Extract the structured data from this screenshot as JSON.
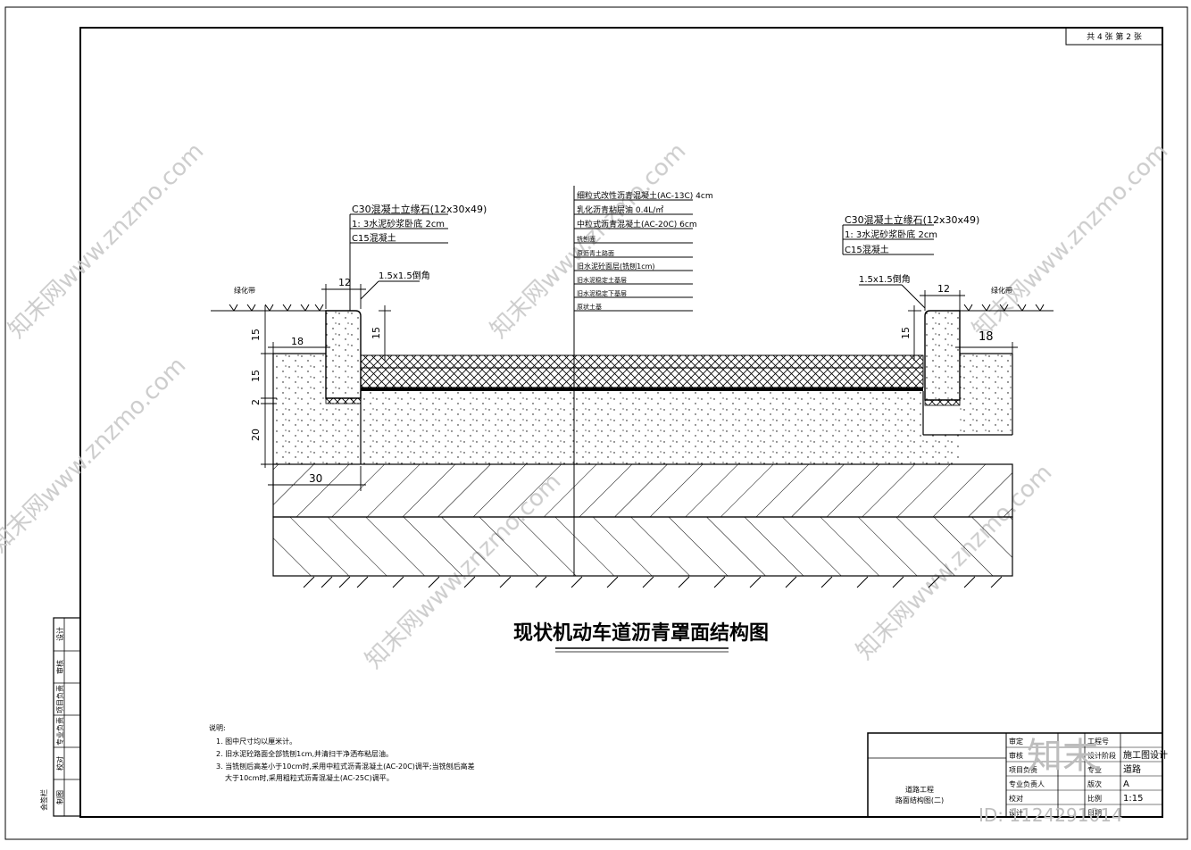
{
  "sheet": {
    "corner": "共 4 张 第 2 张",
    "title": "现状机动车道沥青罩面结构图",
    "watermark": "知末网www.znzmo.com",
    "brand": "知末",
    "id_label": "ID: 1124291014"
  },
  "left_table_labels": [
    "C30混凝土立缘石(12x30x49)",
    "1: 3水泥砂浆卧底 2cm",
    "C15混凝土"
  ],
  "right_table_labels": [
    "C30混凝土立缘石(12x30x49)",
    "1: 3水泥砂浆卧底 2cm",
    "C15混凝土"
  ],
  "center_table_labels": [
    "细粒式改性沥青混凝土(AC-13C) 4cm",
    "乳化沥青粘层油 0.4L/㎡",
    "中粒式沥青混凝土(AC-20C) 6cm",
    "铣刨面",
    "原沥青土路面",
    "旧水泥砼面层(铣刨1cm)",
    "旧水泥稳定土基层",
    "旧水泥稳定下基层",
    "原状土基"
  ],
  "labels": {
    "chamfer": "1.5x1.5倒角",
    "greenbelt": "绿化带"
  },
  "dims": {
    "curb_width": "12",
    "left_offset": "18",
    "right_offset": "18",
    "base_width": "30",
    "left_vertical": [
      "15",
      "15",
      "2",
      "20"
    ],
    "mid_vertical": "15",
    "right_vertical": "15"
  },
  "notes": {
    "title": "说明:",
    "items": [
      "1. 图中尺寸均以厘米计。",
      "2. 旧水泥砼路面全部铣刨1cm,并清扫干净洒布粘层油。",
      "3. 当铣刨后高差小于10cm时,采用中粒式沥青混凝土(AC-20C)调平;当铣刨后高差",
      "大于10cm时,采用粗粒式沥青混凝土(AC-25C)调平。"
    ]
  },
  "side_strip": [
    "会签栏",
    "设计",
    "审核",
    "项目负责",
    "专业负责",
    "校对",
    "制图"
  ],
  "title_block": {
    "project": "道路工程",
    "drawing": "路面结构图(二)",
    "rows": [
      [
        "审定",
        "",
        "工程号",
        ""
      ],
      [
        "审核",
        "",
        "设计阶段",
        "施工图设计"
      ],
      [
        "项目负责",
        "",
        "专业",
        "道路"
      ],
      [
        "专业负责人",
        "",
        "版次",
        "A"
      ],
      [
        "校对",
        "",
        "比例",
        "1:15"
      ],
      [
        "设计",
        "",
        "日期",
        ""
      ]
    ]
  }
}
